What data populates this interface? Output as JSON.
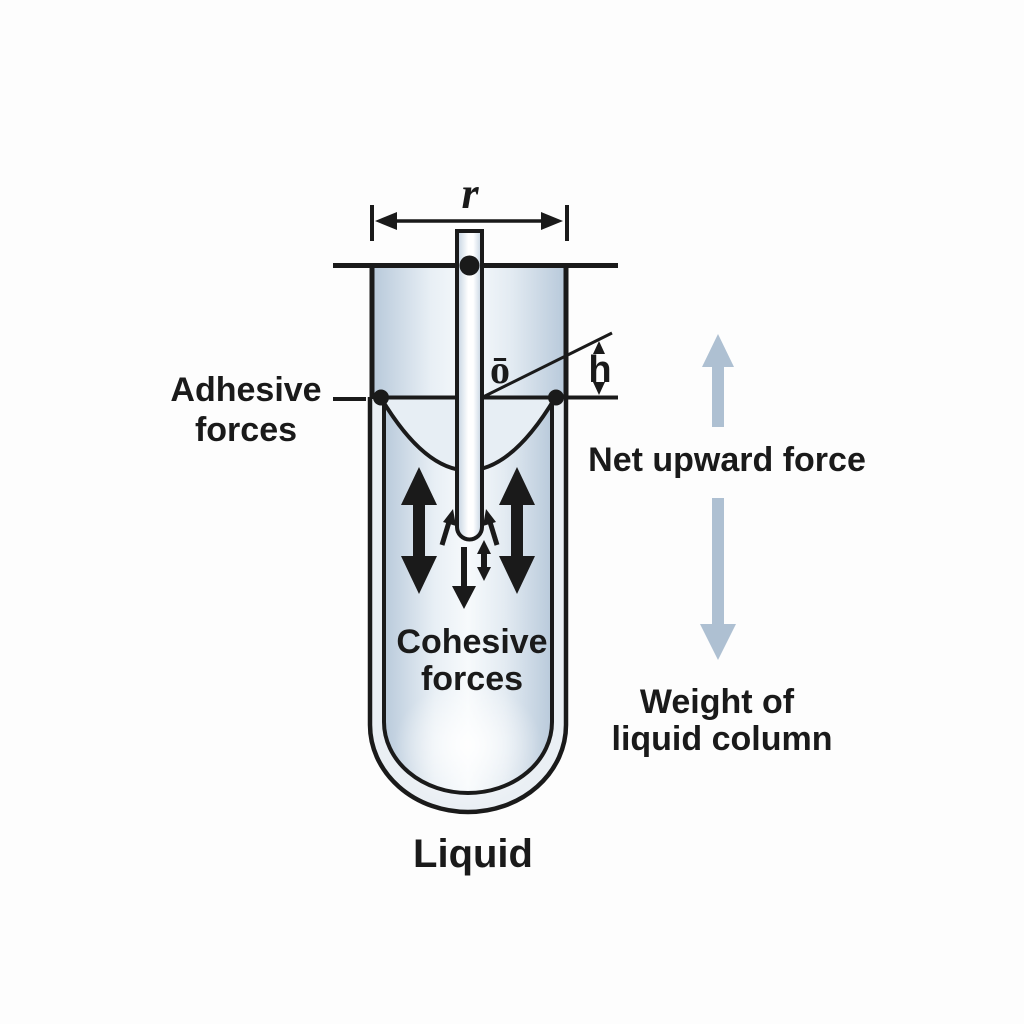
{
  "diagram": {
    "type": "capillary-action-physics-diagram",
    "labels": {
      "radius_symbol": "r",
      "contact_angle_symbol": "ō",
      "capillary_rise_symbol": "h",
      "adhesive_line1": "Adhesive",
      "adhesive_line2": "forces",
      "cohesive_line1": "Cohesive",
      "cohesive_line2": "forces",
      "net_upward_force": "Net upward force",
      "weight_line1": "Weight of",
      "weight_line2": "liquid column",
      "liquid": "Liquid"
    },
    "colors": {
      "ink": "#1a1a1a",
      "force_arrow_gray": "#aec0d2",
      "glass_edge": "#b9cadb",
      "glass_mid": "#e8eff5",
      "glass_center": "#f7fafc",
      "glass_wall_gap": "#eaeff4",
      "meniscus_fill": "#e7eef4",
      "background": "#fdfdfd"
    }
  }
}
